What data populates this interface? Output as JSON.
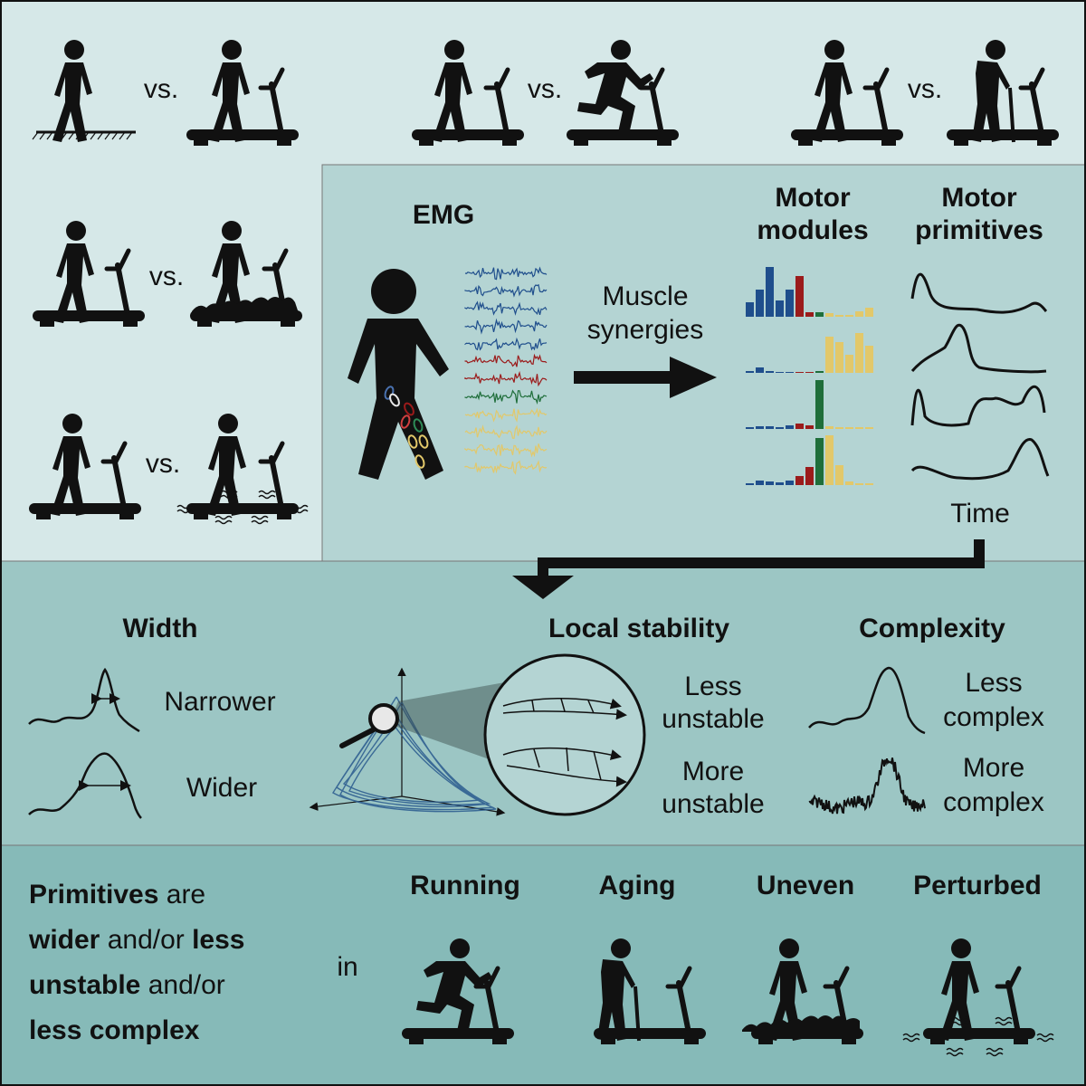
{
  "top_panel": {
    "vs_labels": [
      "vs.",
      "vs.",
      "vs.",
      "vs.",
      "vs."
    ]
  },
  "emg_panel": {
    "emg_title": "EMG",
    "arrow_label_line1": "Muscle",
    "arrow_label_line2": "synergies",
    "modules_title_line1": "Motor",
    "modules_title_line2": "modules",
    "primitives_title_line1": "Motor",
    "primitives_title_line2": "primitives",
    "time_label": "Time",
    "colors": {
      "blue": "#1f4e8c",
      "red": "#9b1b1b",
      "green": "#1f6e3a",
      "yellow": "#e2c86a"
    }
  },
  "metrics_panel": {
    "width_title": "Width",
    "narrower": "Narrower",
    "wider": "Wider",
    "stability_title": "Local stability",
    "less_unstable_line1": "Less",
    "less_unstable_line2": "unstable",
    "more_unstable_line1": "More",
    "more_unstable_line2": "unstable",
    "complexity_title": "Complexity",
    "less_complex_line1": "Less",
    "less_complex_line2": "complex",
    "more_complex_line1": "More",
    "more_complex_line2": "complex"
  },
  "conclusion_panel": {
    "line1_bold": "Primitives",
    "line1_rest": " are",
    "line2_bold1": "wider",
    "line2_mid": " and/or ",
    "line2_bold2": "less",
    "line3_bold": "unstable",
    "line3_rest": " and/or",
    "line4_bold": "less complex",
    "in_label": "in",
    "conditions": [
      "Running",
      "Aging",
      "Uneven",
      "Perturbed"
    ]
  },
  "background_colors": [
    "#d6e8e8",
    "#b4d4d3",
    "#9cc6c4",
    "#86bab8"
  ]
}
